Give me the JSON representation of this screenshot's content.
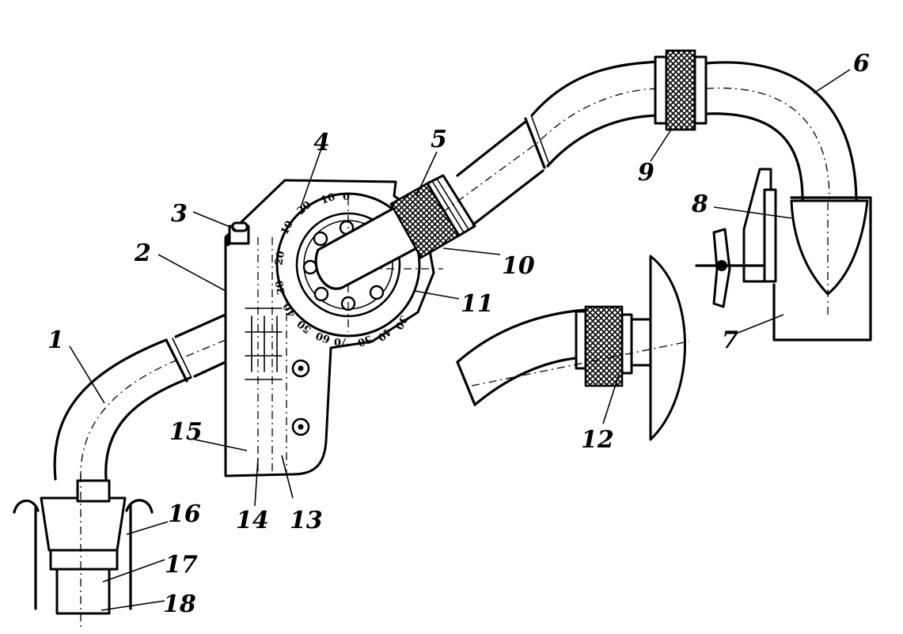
{
  "labels": [
    "1",
    "2",
    "3",
    "4",
    "5",
    "6",
    "7",
    "8",
    "9",
    "10",
    "11",
    "12",
    "13",
    "14",
    "15",
    "16",
    "17",
    "18"
  ],
  "scale_marks": [
    "20",
    "10",
    "0",
    "10",
    "20",
    "30",
    "40",
    "50",
    "60",
    "70",
    "50",
    "40",
    "30"
  ]
}
